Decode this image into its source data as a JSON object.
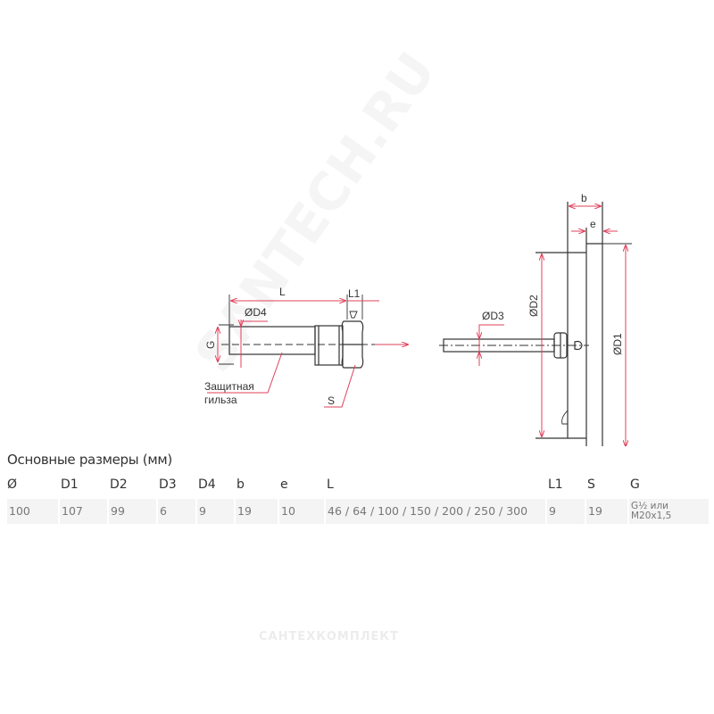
{
  "drawing": {
    "left_view": {
      "L": "L",
      "L1": "L1",
      "D4": "ØD4",
      "G": "G",
      "S": "S",
      "sleeve_line1": "Защитная",
      "sleeve_line2": "гильза"
    },
    "right_view": {
      "b": "b",
      "e": "e",
      "D1": "ØD1",
      "D2": "ØD2",
      "D3": "ØD3"
    },
    "colors": {
      "line": "#333333",
      "dimension": "#e0405a"
    }
  },
  "table": {
    "title": "Основные размеры (мм)",
    "headers": [
      "Ø",
      "D1",
      "D2",
      "D3",
      "D4",
      "b",
      "e",
      "L",
      "L1",
      "S",
      "G"
    ],
    "row": [
      "100",
      "107",
      "99",
      "6",
      "9",
      "19",
      "10",
      "46 / 64 / 100 / 150 / 200 / 250 / 300",
      "9",
      "19",
      "G½ или M20x1,5"
    ]
  },
  "watermarks": {
    "diagonal": "SANTECH.RU",
    "bottom": "САНТЕХКОМПЛЕКТ"
  }
}
